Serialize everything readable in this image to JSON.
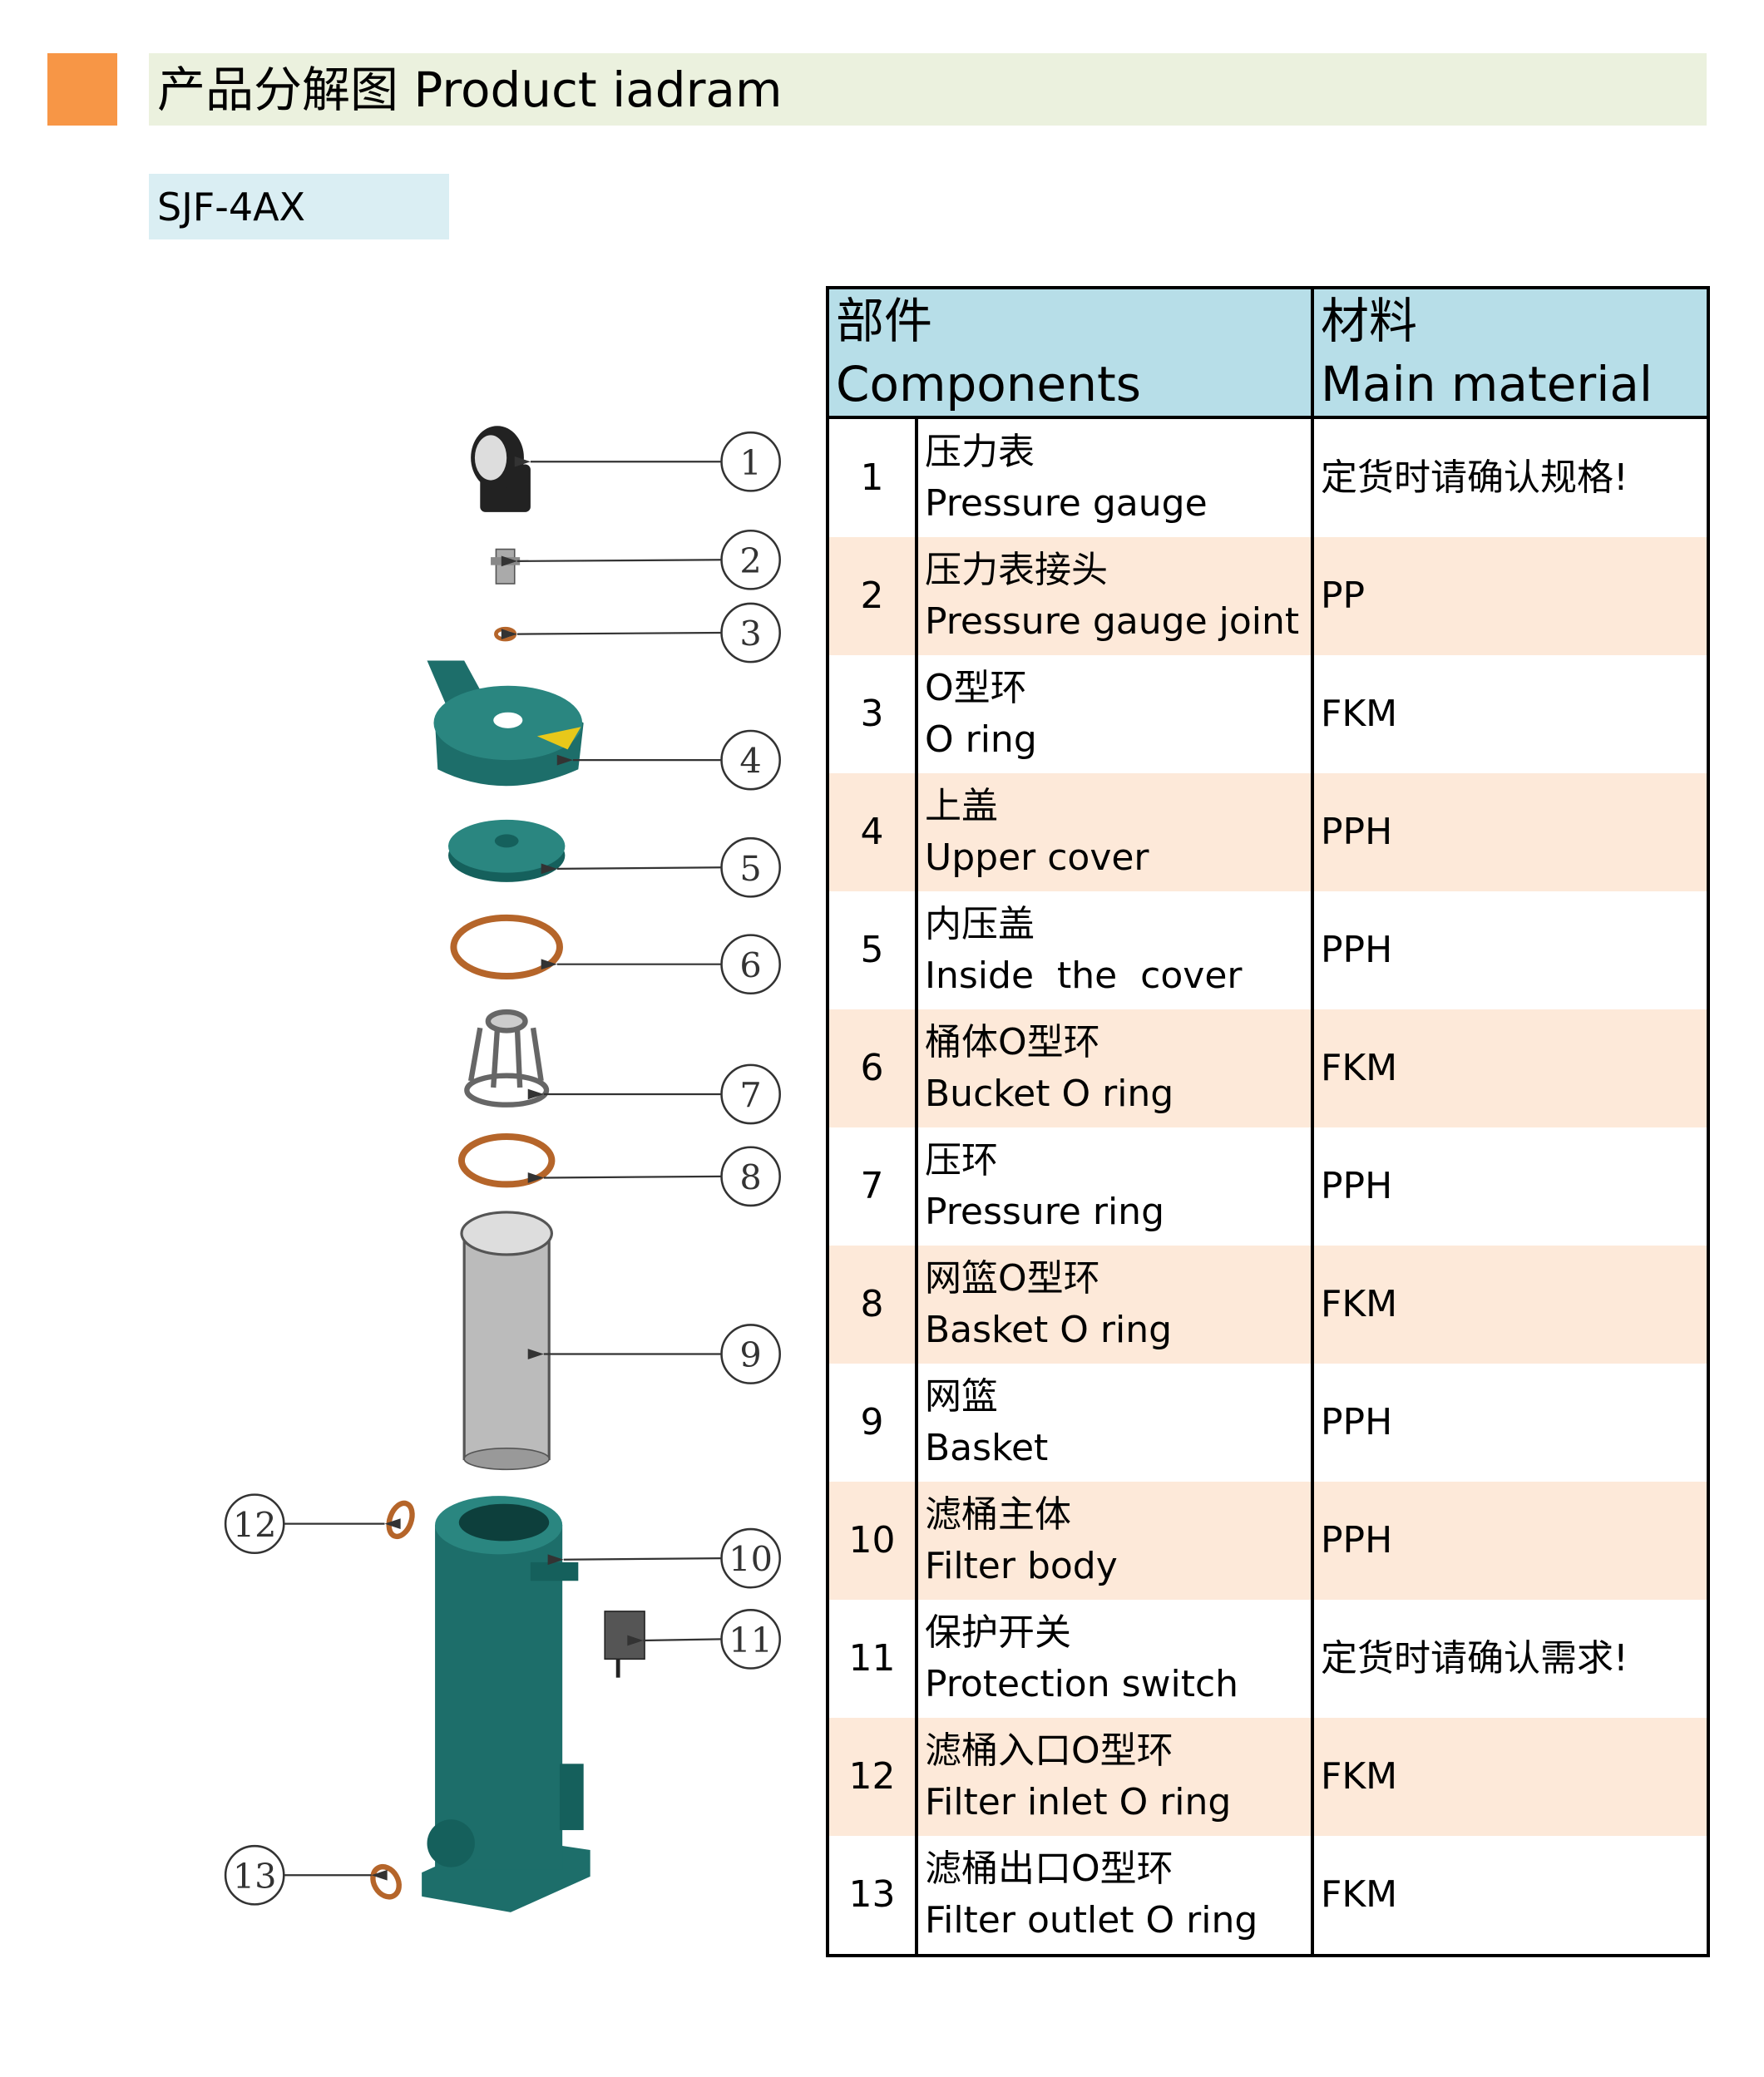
{
  "header": {
    "title": "产品分解图 Product iadram",
    "accent_color": "#F79646",
    "bar_color": "#EBF1DE"
  },
  "model": {
    "label": "SJF-4AX"
  },
  "table": {
    "headers": {
      "components_cn": "部件",
      "components_en": "Components",
      "material_cn": "材料",
      "material_en": "Main material"
    },
    "rows": [
      {
        "no": "1",
        "cn": "压力表",
        "en": "Pressure gauge",
        "material": "定货时请确认规格!"
      },
      {
        "no": "2",
        "cn": "压力表接头",
        "en": "Pressure gauge joint",
        "material": "PP"
      },
      {
        "no": "3",
        "cn": "O型环",
        "en": "O ring",
        "material": "FKM"
      },
      {
        "no": "4",
        "cn": "上盖",
        "en": "Upper cover",
        "material": "PPH"
      },
      {
        "no": "5",
        "cn": "内压盖",
        "en": "Inside  the  cover",
        "material": "PPH"
      },
      {
        "no": "6",
        "cn": "桶体O型环",
        "en": "Bucket O ring",
        "material": "FKM"
      },
      {
        "no": "7",
        "cn": "压环",
        "en": "Pressure ring",
        "material": "PPH"
      },
      {
        "no": "8",
        "cn": "网篮O型环",
        "en": "Basket O ring",
        "material": "FKM"
      },
      {
        "no": "9",
        "cn": "网篮",
        "en": "Basket",
        "material": "PPH"
      },
      {
        "no": "10",
        "cn": "滤桶主体",
        "en": "Filter body",
        "material": "PPH"
      },
      {
        "no": "11",
        "cn": "保护开关",
        "en": "Protection switch",
        "material": "定货时请确认需求!"
      },
      {
        "no": "12",
        "cn": "滤桶入口O型环",
        "en": "Filter inlet O ring",
        "material": "FKM"
      },
      {
        "no": "13",
        "cn": "滤桶出口O型环",
        "en": "Filter outlet O ring",
        "material": "FKM"
      }
    ]
  },
  "diagram": {
    "callouts": [
      "1",
      "2",
      "3",
      "4",
      "5",
      "6",
      "7",
      "8",
      "9",
      "10",
      "11",
      "12",
      "13"
    ],
    "colors": {
      "teal": "#1d6e6a",
      "ring": "#b5652a",
      "gray": "#9a9a9a"
    }
  }
}
